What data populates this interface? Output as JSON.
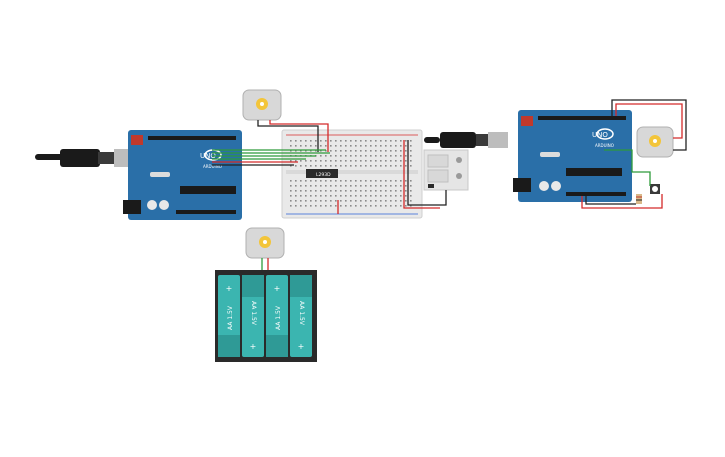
{
  "components": {
    "arduino_left": {
      "brand": "UNO",
      "maker": "ARDUINO"
    },
    "arduino_right": {
      "brand": "UNO",
      "maker": "ARDUINO"
    },
    "driver_chip": {
      "label": "L293D"
    },
    "battery_pack": {
      "cells": [
        {
          "label": "AA 1.5V",
          "plus": "+"
        },
        {
          "label": "AA 1.5V",
          "plus": "+"
        },
        {
          "label": "AA 1.5V",
          "plus": "+"
        },
        {
          "label": "AA 1.5V",
          "plus": "+"
        }
      ]
    }
  },
  "colors": {
    "board": "#2a6fa8",
    "board_dark": "#1f5684",
    "breadboard": "#e9e9e9",
    "wire_red": "#d42a2a",
    "wire_black": "#222222",
    "wire_green": "#2e9b3a",
    "battery_cell": "#3bb5b0",
    "battery_case": "#2a2a2a",
    "motor_body": "#d8d8d8",
    "motor_center": "#f3c53a"
  }
}
